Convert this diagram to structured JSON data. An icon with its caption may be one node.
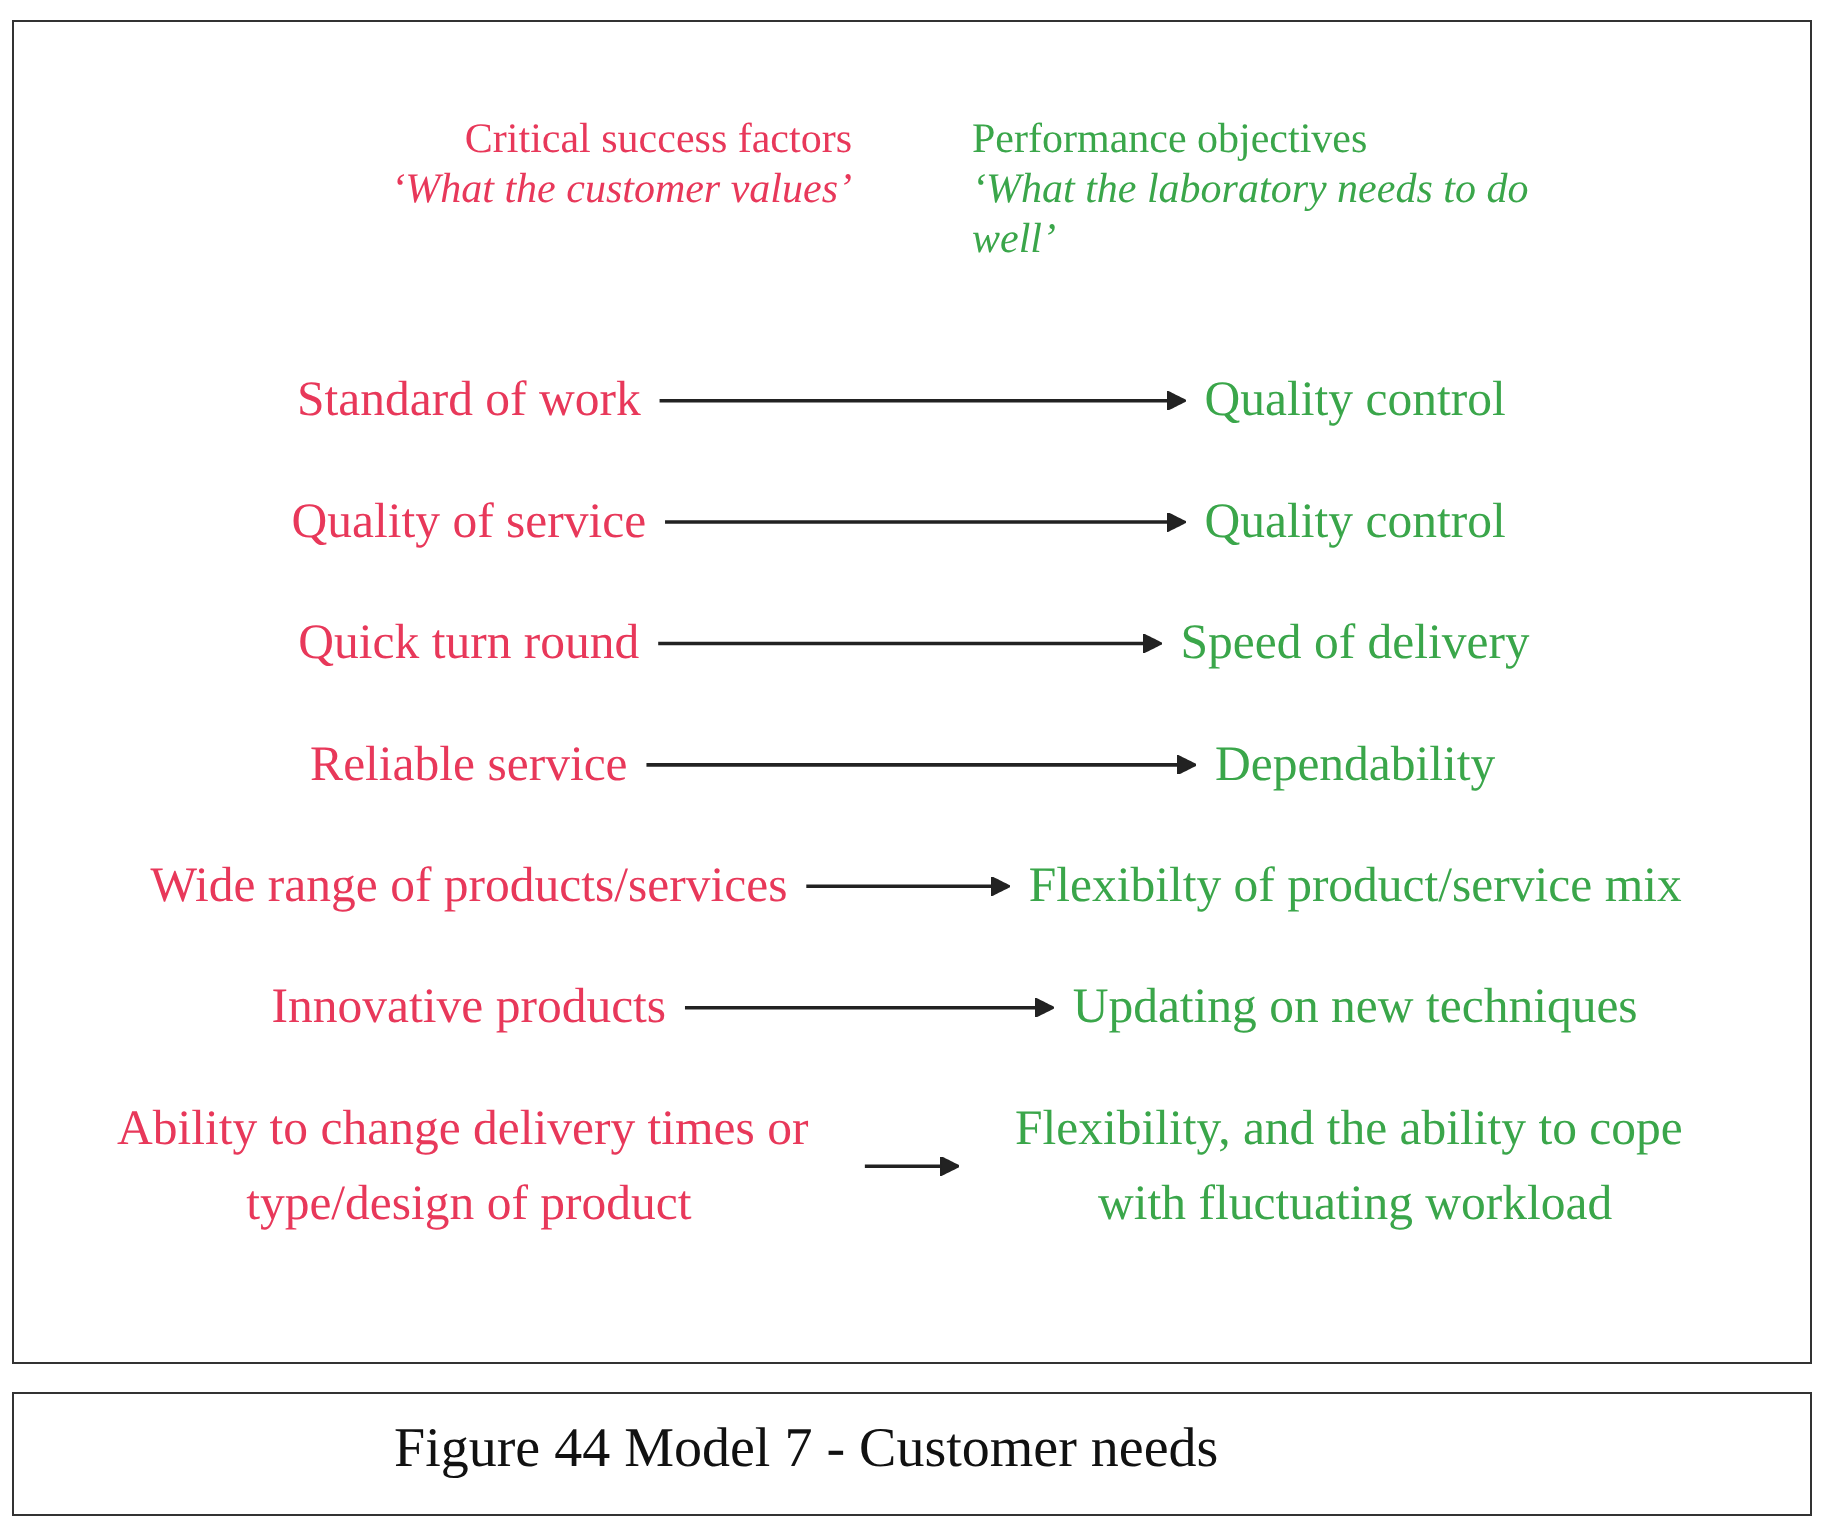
{
  "diagram": {
    "caption": "Figure 44   Model 7 - Customer needs",
    "nodes": [
      {
        "text": [
          "Standard of work"
        ]
      },
      {
        "text": [
          "Quality control"
        ]
      },
      {
        "text": [
          "Quality of service"
        ]
      },
      {
        "text": [
          "Quality control"
        ]
      },
      {
        "text": [
          "Quick turn round"
        ]
      },
      {
        "text": [
          "Speed of delivery"
        ]
      },
      {
        "text": [
          "Reliable service"
        ]
      },
      {
        "text": [
          "Dependability"
        ]
      },
      {
        "text": [
          "Wide range of products/services"
        ]
      },
      {
        "text": [
          "Flexibilty of product/service mix"
        ]
      },
      {
        "text": [
          "Innovative products"
        ]
      },
      {
        "text": [
          "Updating on new techniques"
        ]
      },
      {
        "text": [
          "Ability to change delivery times or type/design of product"
        ]
      },
      {
        "text": [
          "Flexibility, and the ability to cope with fluctuating workload"
        ]
      }
    ],
    "edges": [
      {
        "from": 0,
        "to": 1,
        "arrow": "to"
      },
      {
        "from": 2,
        "to": 3,
        "arrow": "to"
      },
      {
        "from": 4,
        "to": 5,
        "arrow": "to"
      },
      {
        "from": 6,
        "to": 7,
        "arrow": "to"
      },
      {
        "from": 8,
        "to": 9,
        "arrow": "to"
      },
      {
        "from": 10,
        "to": 11,
        "arrow": "to"
      },
      {
        "from": 12,
        "to": 13,
        "arrow": "to"
      }
    ],
    "labels": [
      "Critical success factors",
      "Performance objectives",
      "‘What the customer values’",
      "‘What the laboratory needs to do well’"
    ]
  }
}
